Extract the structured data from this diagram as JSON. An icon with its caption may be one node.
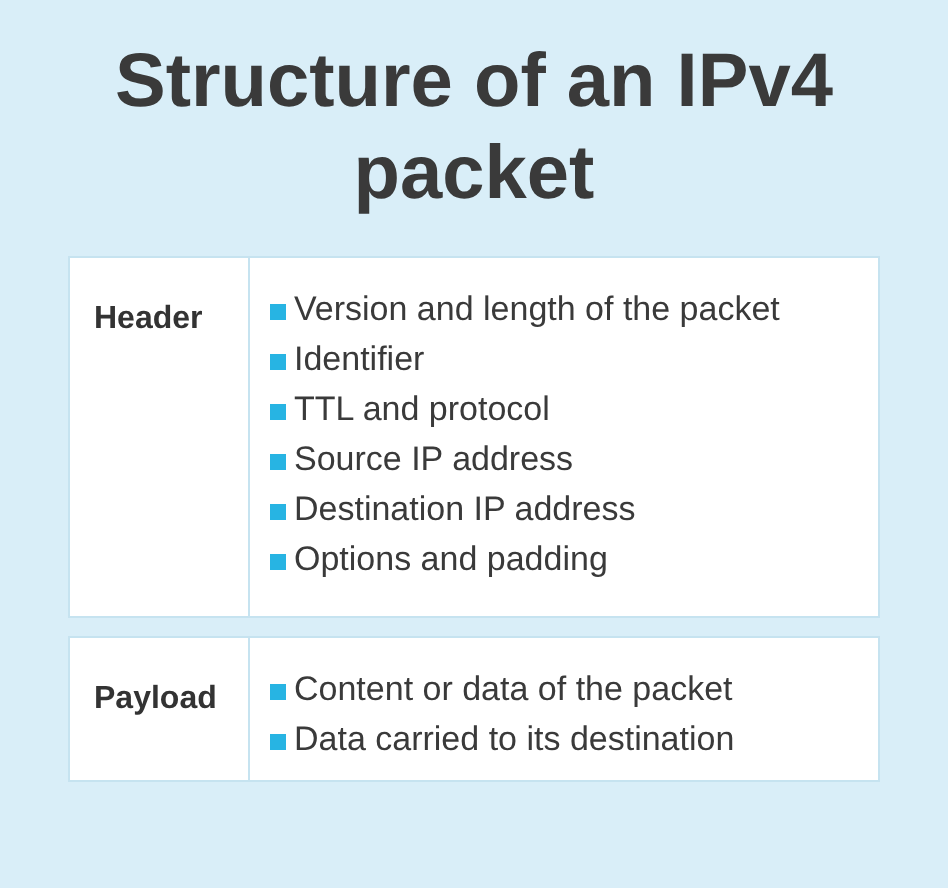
{
  "diagram": {
    "title": "Structure of an IPv4 packet",
    "nodes": [
      {
        "text": [
          "Header",
          "Version and length of the packet",
          "Identifier",
          "TTL and protocol",
          "Source IP address",
          "Destination IP address",
          "Options and padding"
        ]
      },
      {
        "text": [
          "Payload",
          "Content or data of the packet",
          "Data carried to its destination"
        ]
      }
    ]
  }
}
